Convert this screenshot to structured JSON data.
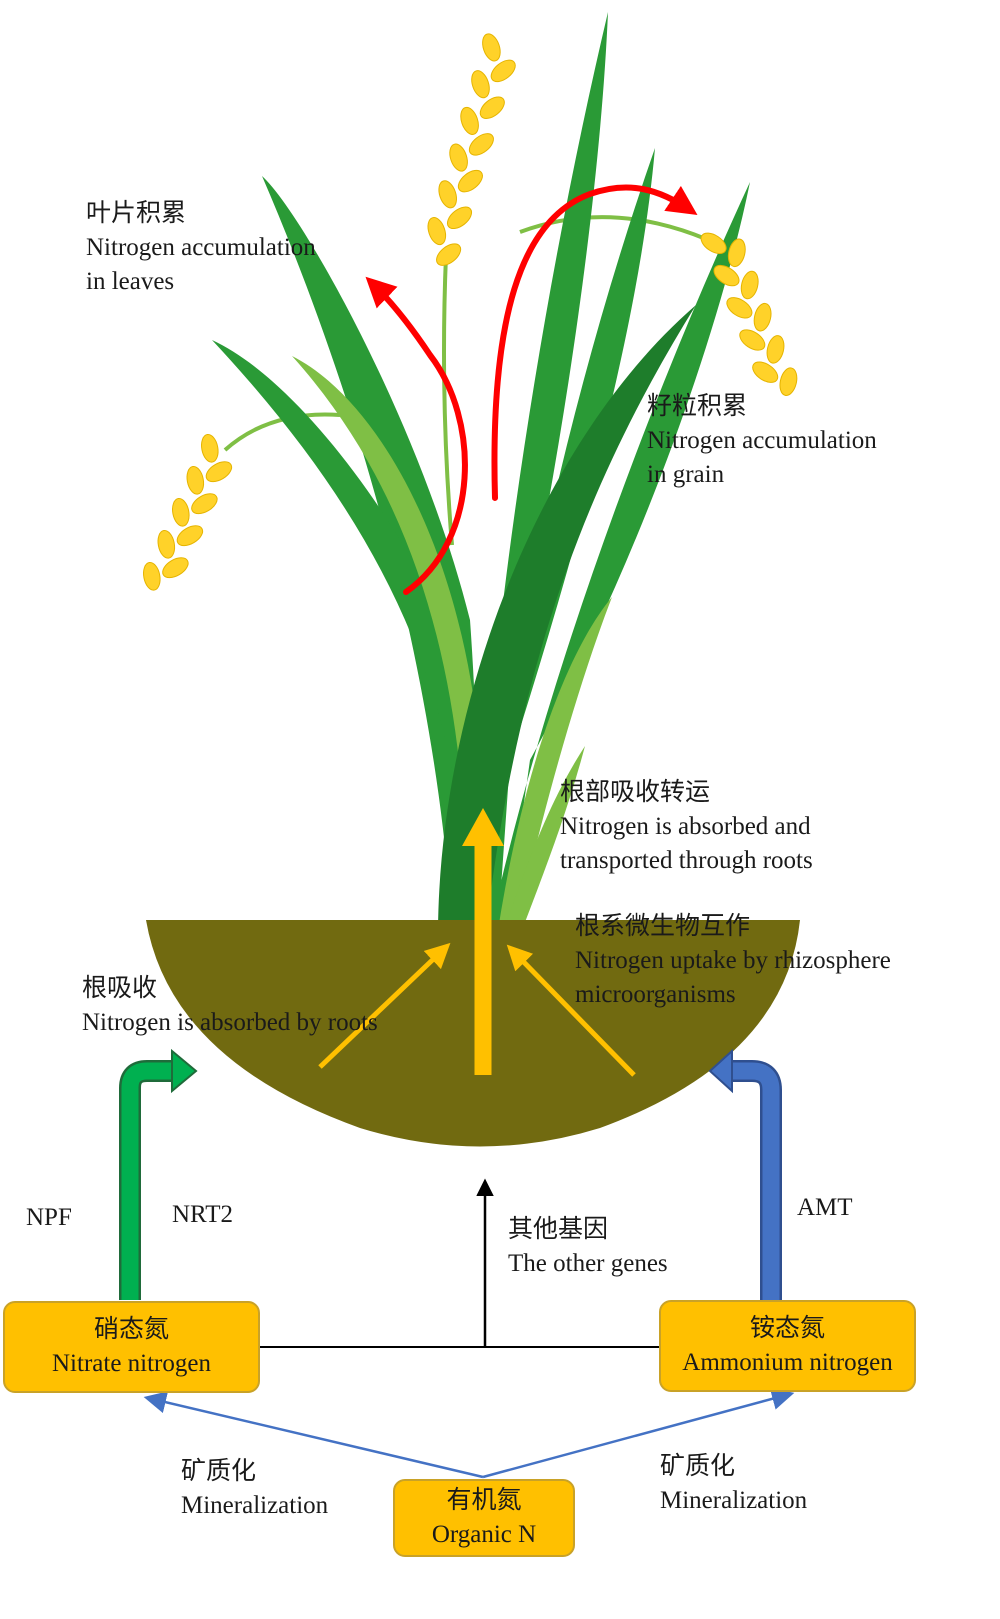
{
  "colors": {
    "soil": "#716A10",
    "leaf_dark": "#2A9A36",
    "leaf_deep": "#1E7D2B",
    "leaf_light": "#7FBF45",
    "grain": "#FFD229",
    "arrow_red": "#FF0000",
    "arrow_yellow": "#FFC000",
    "arrow_green": "#00B050",
    "arrow_blue": "#4472C4",
    "box_fill": "#FFC000"
  },
  "labels": {
    "leaves": {
      "zh": "叶片积累",
      "en1": "Nitrogen accumulation",
      "en2": "in leaves"
    },
    "grain": {
      "zh": "籽粒积累",
      "en1": "Nitrogen accumulation",
      "en2": "in grain"
    },
    "transport": {
      "zh": "根部吸收转运",
      "en1": "Nitrogen is absorbed and",
      "en2": "transported through roots"
    },
    "rhizosphere": {
      "zh": "根系微生物互作",
      "en1": "Nitrogen uptake by rhizosphere",
      "en2": "microorganisms"
    },
    "root_absorb": {
      "zh": "根吸收",
      "en1": "Nitrogen is absorbed by roots"
    },
    "npf": "NPF",
    "nrt2": "NRT2",
    "amt": "AMT",
    "other_genes": {
      "zh": "其他基因",
      "en": "The other genes"
    },
    "mineral_left": {
      "zh": "矿质化",
      "en": "Mineralization"
    },
    "mineral_right": {
      "zh": "矿质化",
      "en": "Mineralization"
    }
  },
  "boxes": {
    "nitrate": {
      "zh": "硝态氮",
      "en": "Nitrate nitrogen"
    },
    "ammonium": {
      "zh": "铵态氮",
      "en": "Ammonium nitrogen"
    },
    "organic": {
      "zh": "有机氮",
      "en": "Organic N"
    }
  }
}
